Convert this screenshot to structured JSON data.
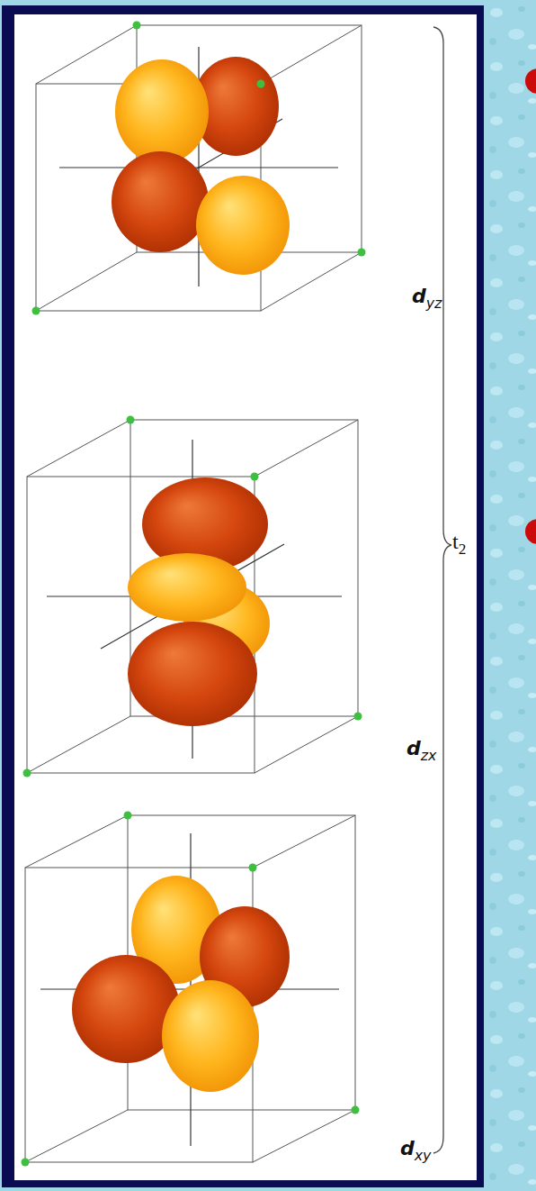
{
  "diagram": {
    "labels": [
      "dyz",
      "dzx",
      "dxy",
      "t2"
    ]
  }
}
